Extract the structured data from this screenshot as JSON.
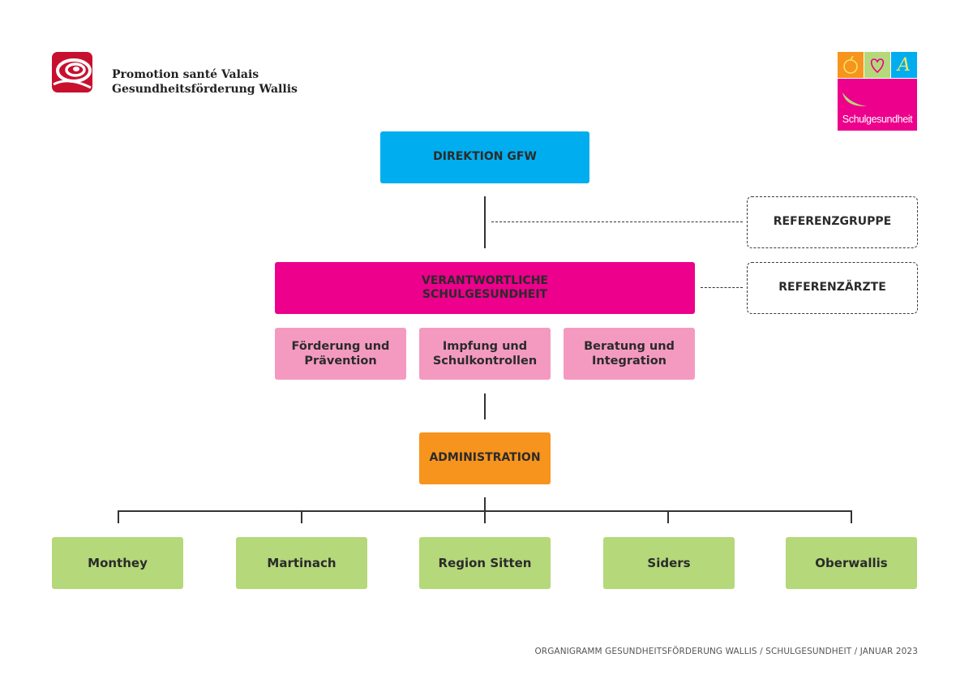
{
  "logo": {
    "line1": "Promotion santé Valais",
    "line2": "Gesundheitsförderung Wallis"
  },
  "badge": {
    "label": "Schulgesundheit",
    "tile_letter": "A"
  },
  "org": {
    "direktion": "DIREKTION GFW",
    "verantwortliche": "VERANTWORTLICHE\nSCHULGESUNDHEIT",
    "referenzgruppe": "REFERENZGRUPPE",
    "referenzaerzte": "REFERENZÄRZTE",
    "sub_units": [
      "Förderung und\nPrävention",
      "Impfung und\nSchulkontrollen",
      "Beratung und\nIntegration"
    ],
    "administration": "ADMINISTRATION",
    "regions": [
      "Monthey",
      "Martinach",
      "Region Sitten",
      "Siders",
      "Oberwallis"
    ]
  },
  "colors": {
    "direktion": "#00aeef",
    "verantwortliche": "#ec008c",
    "sub_units": "#f49ac1",
    "administration": "#f7941e",
    "regions": "#b5d87a",
    "logo_red": "#c8102e"
  },
  "footer": "ORGANIGRAMM GESUNDHEITSFÖRDERUNG WALLIS / SCHULGESUNDHEIT / JANUAR 2023"
}
